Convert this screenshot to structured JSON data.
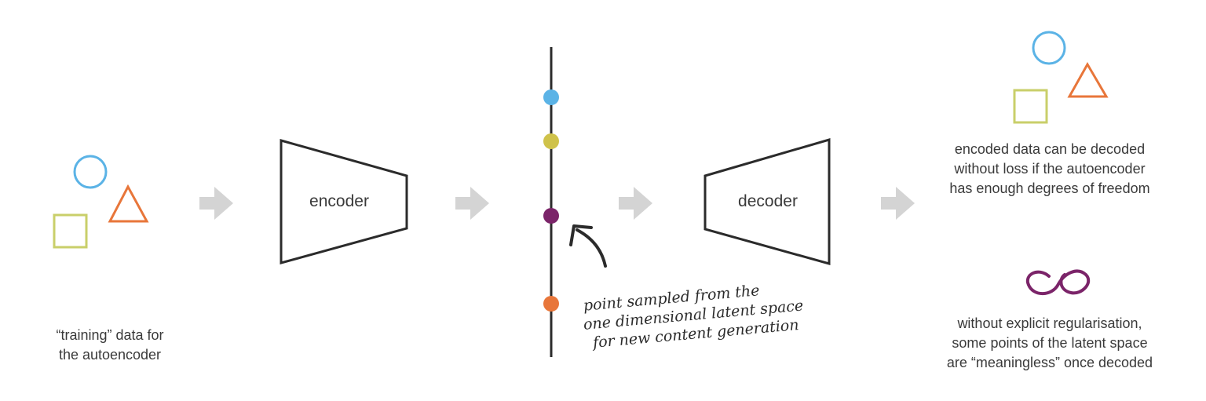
{
  "encoder": {
    "label": "encoder"
  },
  "decoder": {
    "label": "decoder"
  },
  "input_caption": {
    "lines": [
      "“training” data for",
      "the autoencoder"
    ]
  },
  "latent_annotation": {
    "lines": [
      "point sampled from the",
      "one dimensional latent space",
      "for new content generation"
    ]
  },
  "output_caption_top": {
    "lines": [
      "encoded data can be decoded",
      "without loss if the autoencoder",
      "has enough degrees of freedom"
    ]
  },
  "output_caption_bottom": {
    "lines": [
      "without explicit regularisation,",
      "some points of the latent space",
      "are “meaningless” once decoded"
    ]
  },
  "colors": {
    "circle": "#5bb3e6",
    "triangle": "#e8763a",
    "square": "#c9cf6a",
    "latent_point_blue": "#5bb3e6",
    "latent_point_yellow": "#cfc24a",
    "latent_point_purple": "#7b2469",
    "latent_point_orange": "#e8763a",
    "meaningless_shape": "#7b2469",
    "arrow": "#d4d4d4",
    "stroke": "#2b2b2b"
  }
}
